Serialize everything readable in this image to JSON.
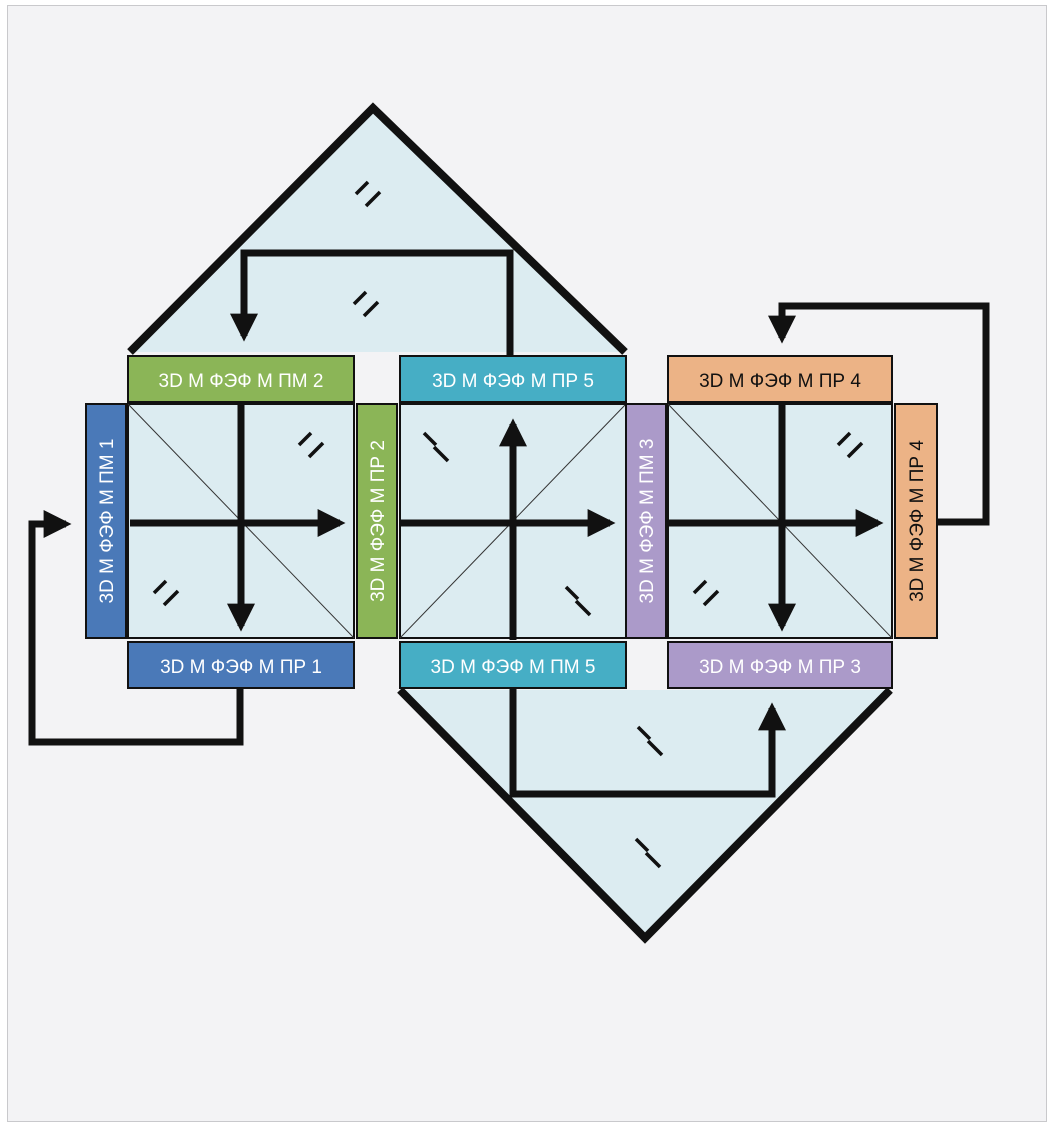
{
  "colors": {
    "background": "#f3f3f5",
    "panel_fill": "#dcecf1",
    "green": "#8bb557",
    "blue": "#4a79b8",
    "teal": "#46aec5",
    "purple": "#ab9ac9",
    "orange": "#ecb386",
    "line": "#111111"
  },
  "labels": {
    "pm1": "3D М ФЭФ М ПМ 1",
    "pm2": "3D М ФЭФ М ПМ 2",
    "pm3": "3D М ФЭФ М ПМ 3",
    "pm5": "3D М ФЭФ М ПМ 5",
    "pr1": "3D М ФЭФ М ПР 1",
    "pr2": "3D М ФЭФ М ПР 2",
    "pr3": "3D М ФЭФ М ПР 3",
    "pr4_top": "3D М ФЭФ М ПР 4",
    "pr4_side": "3D М ФЭФ М ПР 4",
    "pr5": "3D М ФЭФ М ПР 5"
  }
}
